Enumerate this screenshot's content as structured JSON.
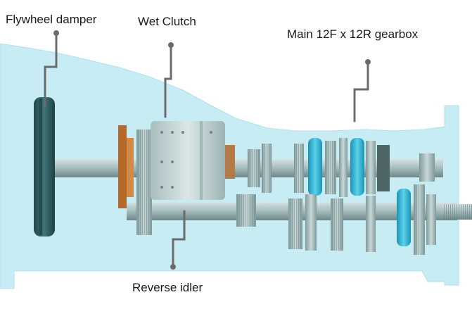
{
  "labels": {
    "flywheel_damper": "Flywheel damper",
    "wet_clutch": "Wet Clutch",
    "main_gearbox": "Main 12F x 12R gearbox",
    "reverse_idler": "Reverse idler"
  },
  "colors": {
    "housing": "#c8ecf3",
    "shaft": "#9fb7b8",
    "gear": "#a7bfbf",
    "gear_dark": "#6f8b8c",
    "flywheel": "#2f5c5d",
    "synchro": "#27b6d6",
    "clutch_body": "#c4d5d7",
    "friction_plate": "#b36a2b",
    "leader_line": "#6b6b6b",
    "label_text": "#1a1a1a"
  }
}
